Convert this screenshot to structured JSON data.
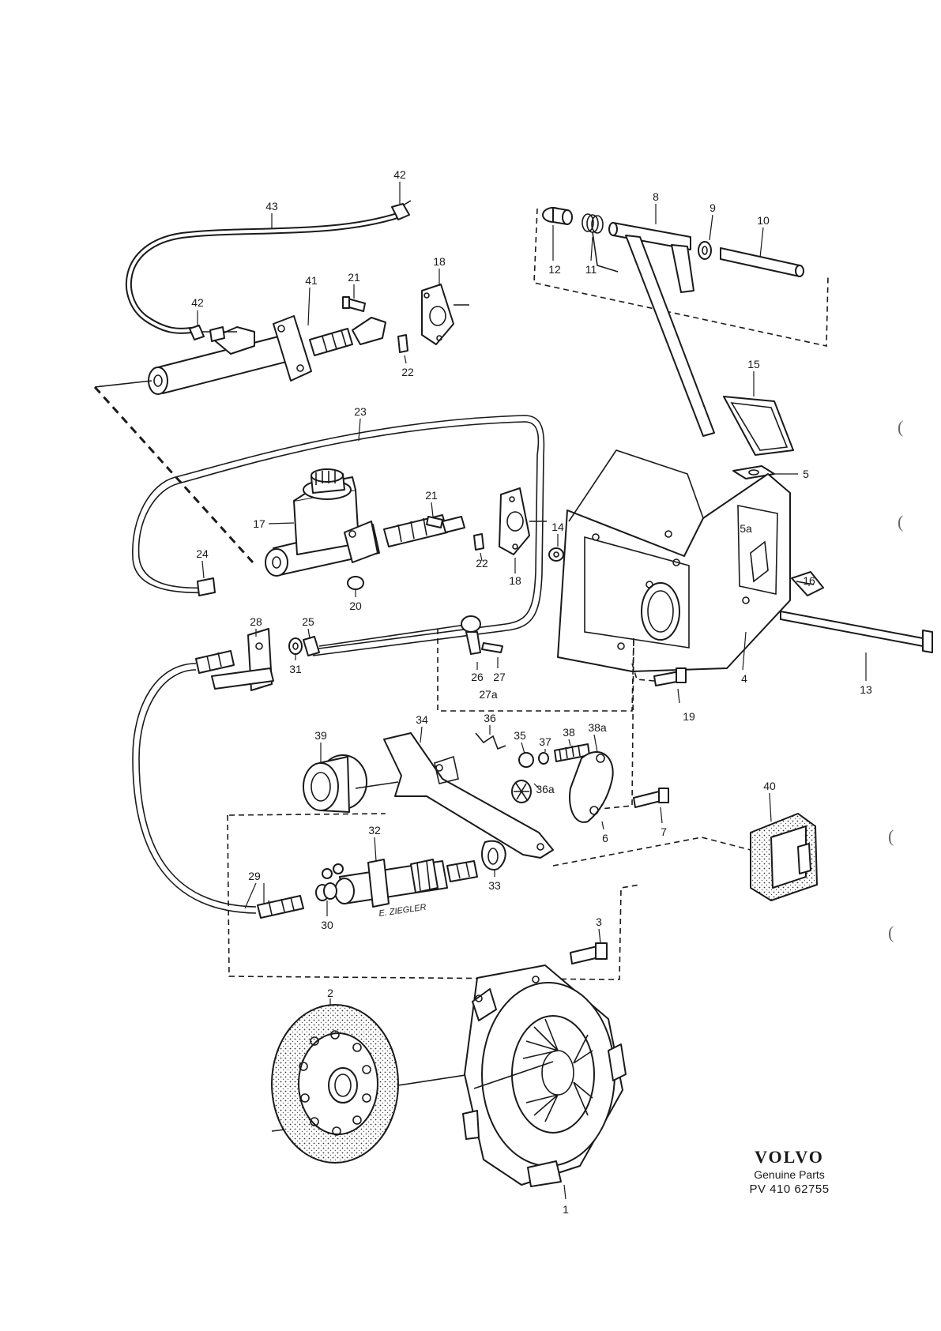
{
  "labels": {
    "l1": "1",
    "l2": "2",
    "l3": "3",
    "l4": "4",
    "l5": "5",
    "l5a": "5a",
    "l6": "6",
    "l7": "7",
    "l8": "8",
    "l9": "9",
    "l10": "10",
    "l11": "11",
    "l12": "12",
    "l13": "13",
    "l14": "14",
    "l15": "15",
    "l16": "16",
    "l17": "17",
    "l18a": "18",
    "l18b": "18",
    "l19": "19",
    "l20": "20",
    "l21a": "21",
    "l21b": "21",
    "l22a": "22",
    "l22b": "22",
    "l23": "23",
    "l24": "24",
    "l25": "25",
    "l26": "26",
    "l27": "27",
    "l27a": "27a",
    "l28": "28",
    "l29": "29",
    "l30": "30",
    "l31": "31",
    "l32": "32",
    "l33": "33",
    "l34": "34",
    "l35": "35",
    "l36": "36",
    "l36a": "36a",
    "l37": "37",
    "l38": "38",
    "l38a": "38a",
    "l39": "39",
    "l40": "40",
    "l41": "41",
    "l42a": "42",
    "l42b": "42",
    "l43": "43"
  },
  "cylinder_marking": "E. ZIEGLER",
  "brand": {
    "name": "VOLVO",
    "subtitle": "Genuine Parts",
    "reference": "PV 410 62755"
  },
  "margin_marks": [
    "(",
    "(",
    "(",
    "("
  ]
}
